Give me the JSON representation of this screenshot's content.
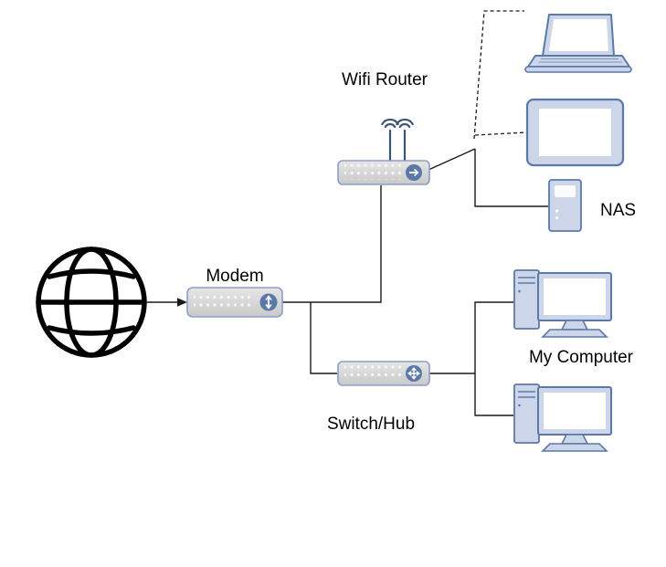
{
  "diagram_type": "home-network-diagram",
  "labels": {
    "wifi_router": "Wifi Router",
    "modem": "Modem",
    "nas": "NAS",
    "switch_hub": "Switch/Hub",
    "my_computer": "My Computer"
  },
  "nodes": [
    {
      "id": "internet",
      "type": "globe"
    },
    {
      "id": "modem",
      "type": "modem",
      "label": "Modem"
    },
    {
      "id": "wifi-router",
      "type": "wireless-router",
      "label": "Wifi Router"
    },
    {
      "id": "switch-hub",
      "type": "switch",
      "label": "Switch/Hub"
    },
    {
      "id": "laptop",
      "type": "laptop"
    },
    {
      "id": "tablet",
      "type": "tablet"
    },
    {
      "id": "nas",
      "type": "nas",
      "label": "NAS"
    },
    {
      "id": "desktop-1",
      "type": "desktop-computer",
      "label": "My Computer"
    },
    {
      "id": "desktop-2",
      "type": "desktop-computer",
      "label": "My Computer"
    }
  ],
  "edges": [
    {
      "from": "internet",
      "to": "modem",
      "style": "solid-arrow"
    },
    {
      "from": "modem",
      "to": "wifi-router",
      "style": "solid"
    },
    {
      "from": "modem",
      "to": "switch-hub",
      "style": "solid"
    },
    {
      "from": "wifi-router",
      "to": "laptop",
      "style": "dashed-wireless"
    },
    {
      "from": "wifi-router",
      "to": "tablet",
      "style": "dashed-wireless"
    },
    {
      "from": "wifi-router",
      "to": "nas",
      "style": "solid"
    },
    {
      "from": "switch-hub",
      "to": "desktop-1",
      "style": "solid"
    },
    {
      "from": "switch-hub",
      "to": "desktop-2",
      "style": "solid"
    }
  ],
  "colors": {
    "device_stroke": "#8b9fc6",
    "device_fill": "#d9d9d9",
    "accent_blue": "#5b79a8",
    "hardware_fill": "#ccd6e8",
    "line": "#1a1a1a",
    "background": "#ffffff"
  }
}
